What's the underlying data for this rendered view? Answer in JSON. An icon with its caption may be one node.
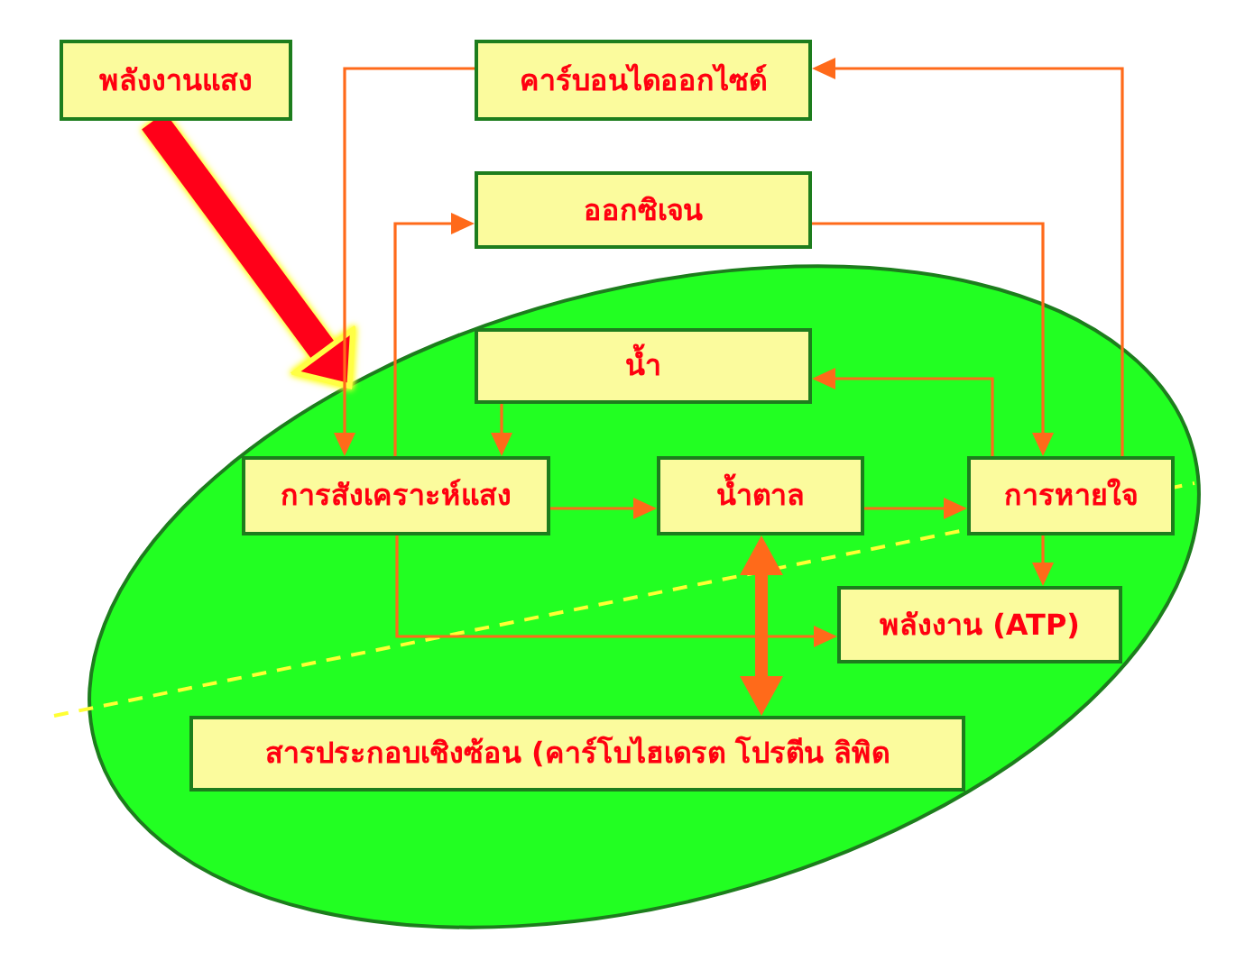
{
  "diagram": {
    "nodes": [
      {
        "text": [
          "พลังงานแสง"
        ]
      },
      {
        "text": [
          "คาร์บอนไดออกไซด์"
        ]
      },
      {
        "text": [
          "ออกซิเจน"
        ]
      },
      {
        "text": [],
        "shape": "ellipse"
      },
      {
        "text": [
          "น้ำ"
        ],
        "in": 3
      },
      {
        "text": [
          "การสังเคราะห์แสง"
        ],
        "in": 3
      },
      {
        "text": [
          "น้ำตาล"
        ],
        "in": 3
      },
      {
        "text": [
          "การหายใจ"
        ],
        "in": 3
      },
      {
        "text": [
          "พลังงาน (ATP)"
        ],
        "in": 3
      },
      {
        "text": [
          "สารประกอบเชิงซ้อน (คาร์โบไฮเดรต โปรตีน ลิพิด"
        ],
        "in": 3
      }
    ],
    "edges": [
      {
        "from": 0,
        "to": 3,
        "arrow": "to",
        "style": "thick",
        "color": "#ff0019"
      },
      {
        "from": 1,
        "to": 5,
        "arrow": "to"
      },
      {
        "from": 7,
        "to": 1,
        "arrow": "to"
      },
      {
        "from": 5,
        "to": 2,
        "arrow": "to"
      },
      {
        "from": 2,
        "to": 7,
        "arrow": "to"
      },
      {
        "from": 4,
        "to": 5,
        "arrow": "to"
      },
      {
        "from": 7,
        "to": 4,
        "arrow": "to"
      },
      {
        "from": 5,
        "to": 6,
        "arrow": "to"
      },
      {
        "from": 6,
        "to": 7,
        "arrow": "to"
      },
      {
        "from": 7,
        "to": 8,
        "arrow": "to"
      },
      {
        "from": 5,
        "to": 8,
        "arrow": "to"
      },
      {
        "from": 6,
        "to": 9,
        "arrow": "both",
        "style": "thick"
      }
    ]
  }
}
